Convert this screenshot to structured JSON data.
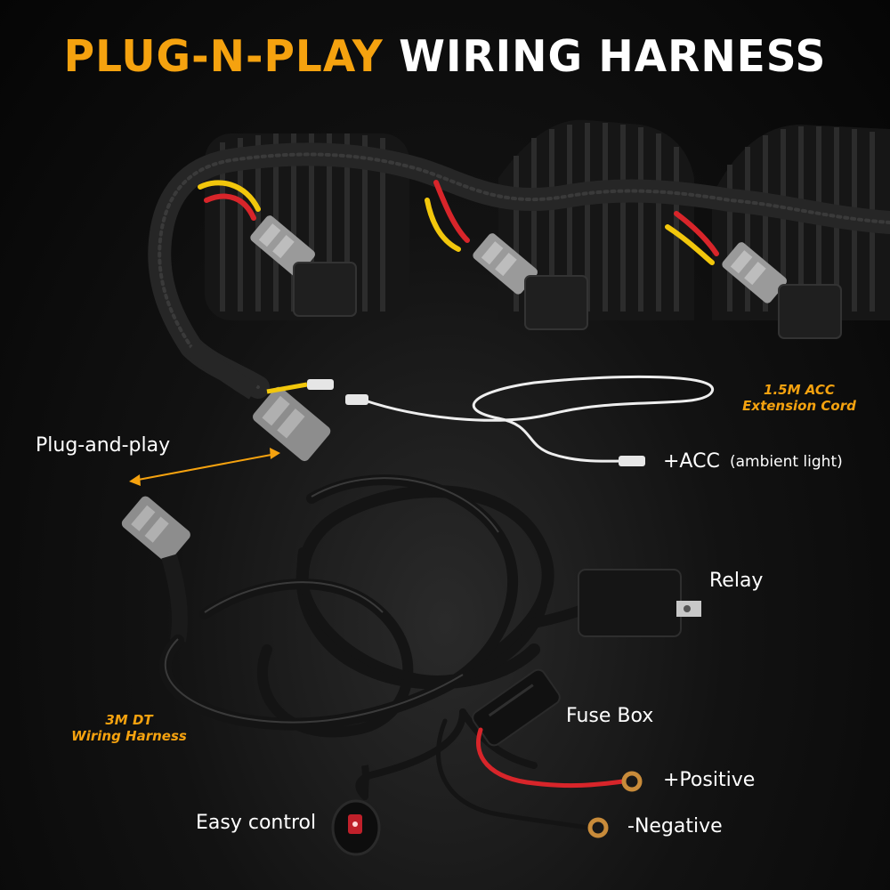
{
  "title": {
    "accent": "PLUG-N-PLAY",
    "main": "WIRING HARNESS"
  },
  "labels": {
    "plug_and_play": "Plug-and-play",
    "acc": "+ACC",
    "ambient": "(ambient light)",
    "relay": "Relay",
    "fuse_box": "Fuse Box",
    "positive": "+Positive",
    "negative": "-Negative",
    "easy_control": "Easy control"
  },
  "callouts": {
    "acc_cord_line1": "1.5M ACC",
    "acc_cord_line2": "Extension Cord",
    "harness_line1": "3M DT",
    "harness_line2": "Wiring Harness"
  },
  "colors": {
    "accent": "#f5a20f",
    "text": "#ffffff",
    "background": "#0b0b0b",
    "wire_red": "#d8252a",
    "wire_yellow": "#f2c70c",
    "connector_gray": "#9a9a9a"
  }
}
